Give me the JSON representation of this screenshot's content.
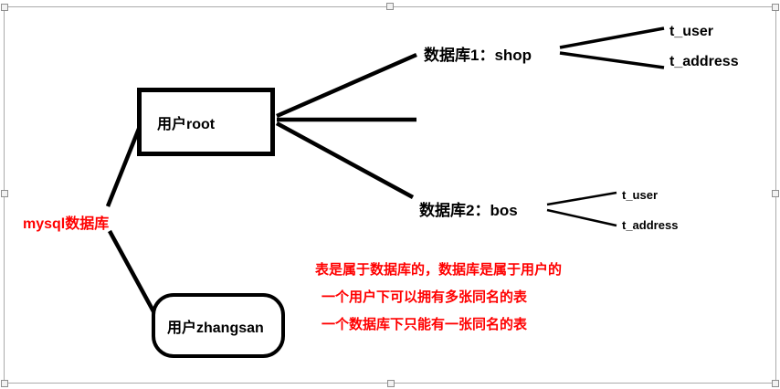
{
  "diagram": {
    "root_label": "mysql数据库",
    "nodes": {
      "user_root": "用户root",
      "user_zhangsan": "用户zhangsan",
      "db1": "数据库1：shop",
      "db2": "数据库2：bos",
      "db1_t_user": "t_user",
      "db1_t_address": "t_address",
      "db2_t_user": "t_user",
      "db2_t_address": "t_address"
    },
    "notes": [
      "表是属于数据库的，数据库是属于用户的",
      "一个用户下可以拥有多张同名的表",
      "一个数据库下只能有一张同名的表"
    ],
    "colors": {
      "accent_red": "#ff0000",
      "line_black": "#000000",
      "selection_border": "#ababab"
    }
  }
}
